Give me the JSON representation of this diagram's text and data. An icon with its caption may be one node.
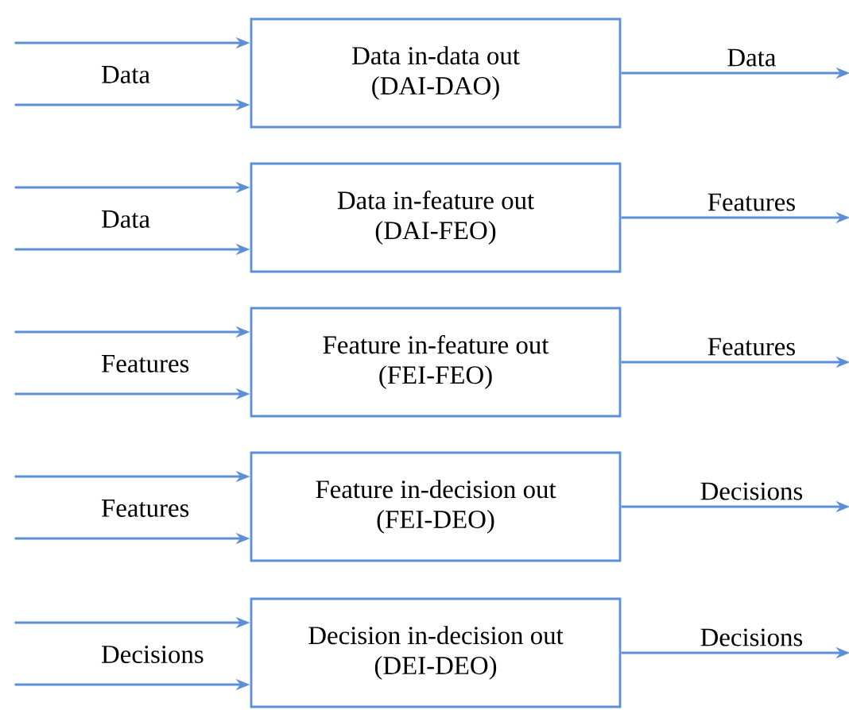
{
  "diagram": {
    "nodes": [
      {
        "text": [
          "Data in-data out",
          "(DAI-DAO)"
        ]
      },
      {
        "text": [
          "Data in-feature out",
          "(DAI-FEO)"
        ]
      },
      {
        "text": [
          "Feature in-feature out",
          "(FEI-FEO)"
        ]
      },
      {
        "text": [
          "Feature in-decision out",
          "(FEI-DEO)"
        ]
      },
      {
        "text": [
          "Decision in-decision out",
          "(DEI-DEO)"
        ]
      }
    ],
    "edges": [
      {
        "from": null,
        "to": 0,
        "arrow": "to"
      },
      {
        "from": null,
        "to": 0,
        "arrow": "to"
      },
      {
        "from": 0,
        "to": null,
        "arrow": "to",
        "label": "Data"
      },
      {
        "from": null,
        "to": 1,
        "arrow": "to"
      },
      {
        "from": null,
        "to": 1,
        "arrow": "to"
      },
      {
        "from": 1,
        "to": null,
        "arrow": "to",
        "label": "Features"
      },
      {
        "from": null,
        "to": 2,
        "arrow": "to"
      },
      {
        "from": null,
        "to": 2,
        "arrow": "to"
      },
      {
        "from": 2,
        "to": null,
        "arrow": "to",
        "label": "Features"
      },
      {
        "from": null,
        "to": 3,
        "arrow": "to"
      },
      {
        "from": null,
        "to": 3,
        "arrow": "to"
      },
      {
        "from": 3,
        "to": null,
        "arrow": "to",
        "label": "Decisions"
      },
      {
        "from": null,
        "to": 4,
        "arrow": "to"
      },
      {
        "from": null,
        "to": 4,
        "arrow": "to"
      },
      {
        "from": 4,
        "to": null,
        "arrow": "to",
        "label": "Decisions"
      }
    ],
    "labels": [
      "Data",
      "Data",
      "Features",
      "Features",
      "Decisions"
    ]
  }
}
